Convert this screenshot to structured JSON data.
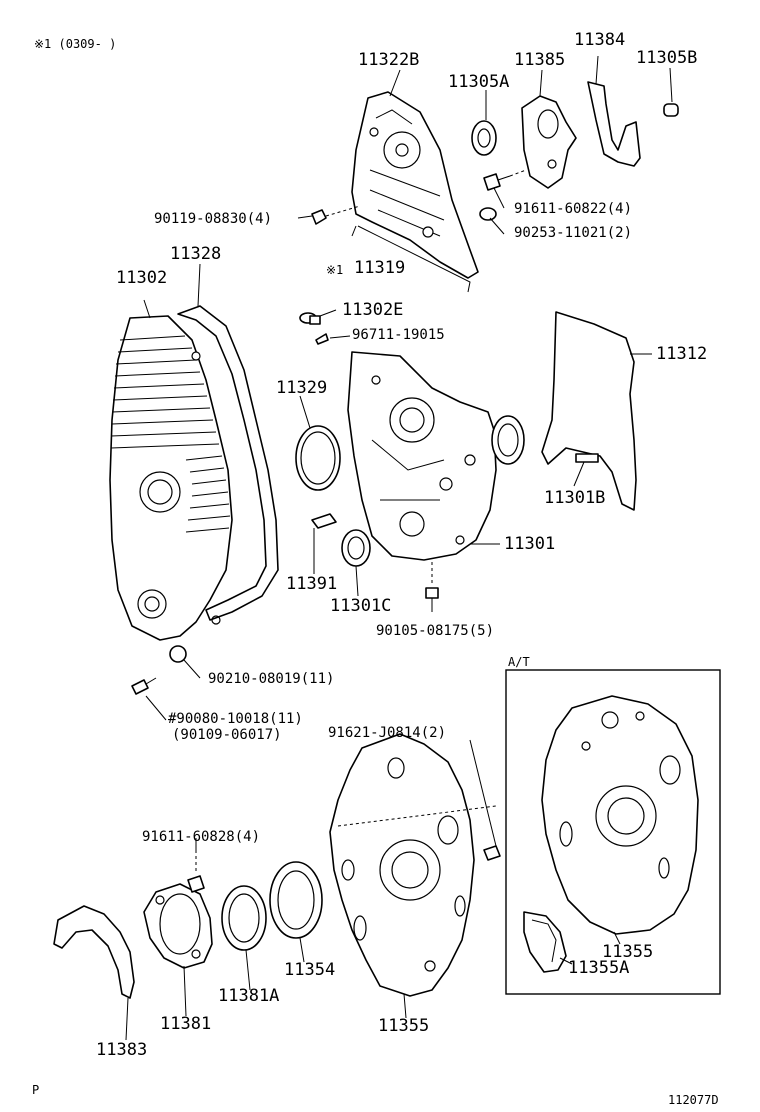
{
  "note_range": "※1 (0309-        )",
  "note_mark": "※1",
  "group_label": "A/T",
  "corner_letter": "P",
  "diagram_id": "112077D",
  "parts": {
    "p11322B": "11322B",
    "p11305A": "11305A",
    "p11385": "11385",
    "p11384": "11384",
    "p11305B": "11305B",
    "p90119": "90119-08830(4)",
    "p91611a": "91611-60822(4)",
    "p90253": "90253-11021(2)",
    "p11319": "11319",
    "p11328": "11328",
    "p11302": "11302",
    "p11302E": "11302E",
    "p96711": "96711-19015",
    "p11312": "11312",
    "p11329": "11329",
    "p11301B": "11301B",
    "p11301": "11301",
    "p11391": "11391",
    "p11301C": "11301C",
    "p90105": "90105-08175(5)",
    "p90210": "90210-08019(11)",
    "p90080": "#90080-10018(11)",
    "p90109": "(90109-06017)",
    "p91621": "91621-J0814(2)",
    "p91611b": "91611-60828(4)",
    "p11354": "11354",
    "p11381A": "11381A",
    "p11381": "11381",
    "p11383": "11383",
    "p11355": "11355",
    "p11355at": "11355",
    "p11355A": "11355A"
  }
}
